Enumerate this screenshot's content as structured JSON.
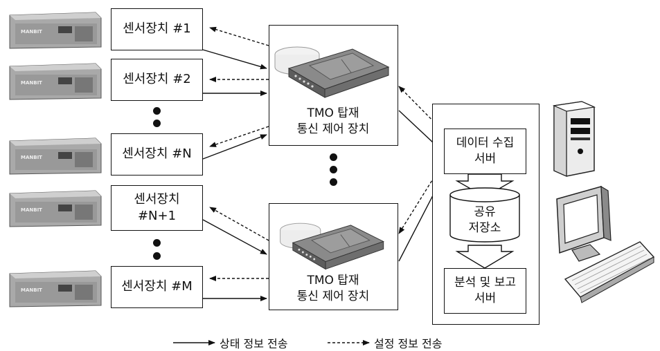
{
  "sensors": [
    {
      "label": "센서장치 #1"
    },
    {
      "label": "센서장치 #2"
    },
    {
      "label": "센서장치 #N"
    },
    {
      "label": "센서장치\n#N+1"
    },
    {
      "label": "센서장치 #M"
    }
  ],
  "rack_brand": "MANBIT",
  "controllers": [
    {
      "label": "TMO 탑재\n통신 제어 장치"
    },
    {
      "label": "TMO 탑재\n통신 제어 장치"
    }
  ],
  "server": {
    "collect_label": "데이터 수집\n서버",
    "storage_label": "공유\n저장소",
    "analysis_label": "분석 및 보고\n서버"
  },
  "legend": {
    "solid_label": "상태 정보 전송",
    "dashed_label": "설정 정보 전송"
  }
}
